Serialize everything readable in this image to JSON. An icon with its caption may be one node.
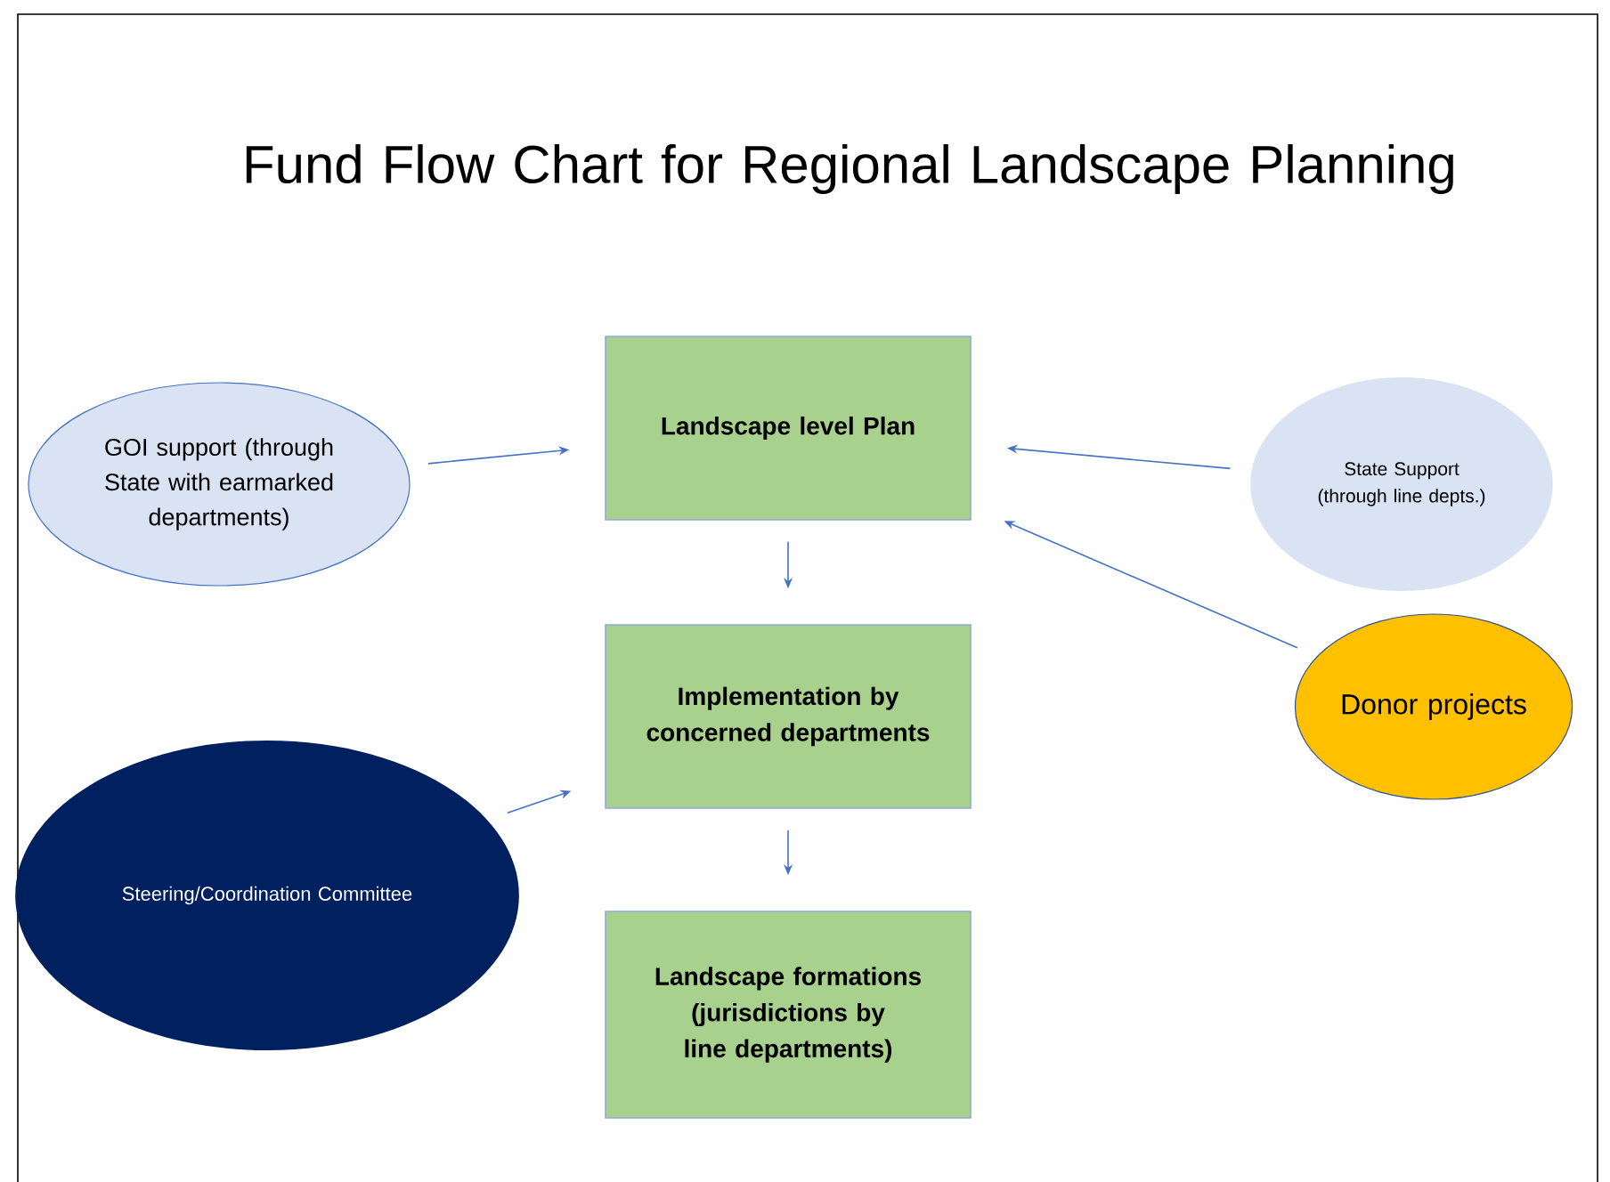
{
  "diagram": {
    "title": "Fund Flow Chart for Regional Landscape Planning",
    "nodes": [
      {
        "text": [
          "GOI support (through State with earmarked departments)"
        ]
      },
      {
        "text": [
          "Landscape level Plan"
        ]
      },
      {
        "text": [
          "State Support (through line depts.)"
        ]
      },
      {
        "text": [
          "Implementation by concerned departments"
        ]
      },
      {
        "text": [
          "Donor projects"
        ]
      },
      {
        "text": [
          "Steering/Coordination Committee"
        ]
      },
      {
        "text": [
          "Landscape formations (jurisdictions by line departments)"
        ]
      }
    ],
    "edges": [
      {
        "from": 0,
        "to": 1,
        "arrow": "to"
      },
      {
        "from": 2,
        "to": 1,
        "arrow": "to"
      },
      {
        "from": 4,
        "to": 1,
        "arrow": "to"
      },
      {
        "from": 1,
        "to": 3,
        "arrow": "to"
      },
      {
        "from": 5,
        "to": 3,
        "arrow": "to"
      },
      {
        "from": 3,
        "to": 6,
        "arrow": "to"
      }
    ]
  }
}
